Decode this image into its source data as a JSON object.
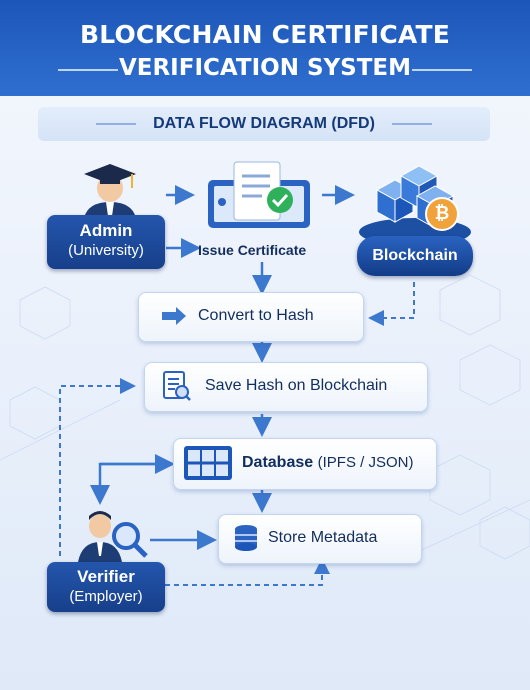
{
  "header": {
    "title_line1": "BLOCKCHAIN CERTIFICATE",
    "title_line2": "VERIFICATION SYSTEM"
  },
  "subtitle": "DATA FLOW DIAGRAM (DFD)",
  "actors": {
    "admin": {
      "name": "Admin",
      "sub": "(University)"
    },
    "verifier": {
      "name": "Verifier",
      "sub": "(Employer)"
    }
  },
  "issue_certificate": "Issue Certificate",
  "blockchain": {
    "label": "Blockchain",
    "coin_symbol": "₿"
  },
  "steps": {
    "convert": "Convert to Hash",
    "save": "Save Hash on Blockchain",
    "database": "Database",
    "database_detail": "(IPFS / JSON)",
    "store": "Store Metadata"
  },
  "colors": {
    "header_blue": "#1c56b8",
    "actor_blue": "#173f8a",
    "arrow_blue": "#3d78cf",
    "coin_orange": "#f2a23a"
  },
  "icons": [
    "graduation-cap-icon",
    "document-check-icon",
    "blockchain-cubes-icon",
    "bitcoin-icon",
    "arrow-right-icon",
    "document-search-icon",
    "server-icon",
    "database-icon",
    "magnifier-icon"
  ]
}
